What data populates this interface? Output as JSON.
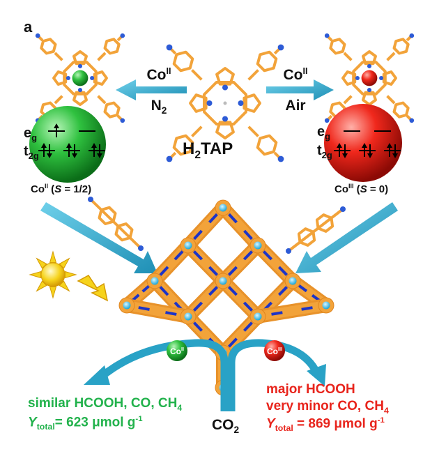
{
  "panel_label": "a",
  "left_reagent": {
    "metal": "Co",
    "ox": "II",
    "gas": "N",
    "gas_sub": "2"
  },
  "right_reagent": {
    "metal": "Co",
    "ox": "II",
    "gas": "Air"
  },
  "center_ligand": {
    "prefix": "H",
    "sub": "2",
    "suffix": "TAP"
  },
  "left_orbitals": {
    "eg": "e",
    "eg_sub": "g",
    "t2g": "t",
    "t2g_sub": "2g"
  },
  "right_orbitals": {
    "eg": "e",
    "eg_sub": "g",
    "t2g": "t",
    "t2g_sub": "2g"
  },
  "left_spin": {
    "metal": "Co",
    "ox": "II",
    "open": " (",
    "S": "S",
    "value": " = 1/2)"
  },
  "right_spin": {
    "metal": "Co",
    "ox": "III",
    "open": " (",
    "S": "S",
    "value": " = 0)"
  },
  "framework_balls": {
    "left": "Co",
    "left_ox": "II",
    "right": "Co",
    "right_ox": "III"
  },
  "co2": {
    "text": "CO",
    "sub": "2"
  },
  "left_output": {
    "line1": "similar HCOOH, CO, CH",
    "line1_sub": "4",
    "y": "Y",
    "y_sub": "total",
    "value": "= 623 μmol g",
    "exp": "-1"
  },
  "right_output": {
    "line1": "major HCOOH",
    "line2": "very minor CO, CH",
    "line2_sub": "4",
    "y": "Y",
    "y_sub": "total",
    "value": " = 869 μmol g",
    "exp": "-1"
  },
  "colors": {
    "green": "#22b24c",
    "red": "#e8241c",
    "orange": "#f2a33a",
    "arrow": "#2aa6c8",
    "blue_node": "#2d5bd6"
  }
}
